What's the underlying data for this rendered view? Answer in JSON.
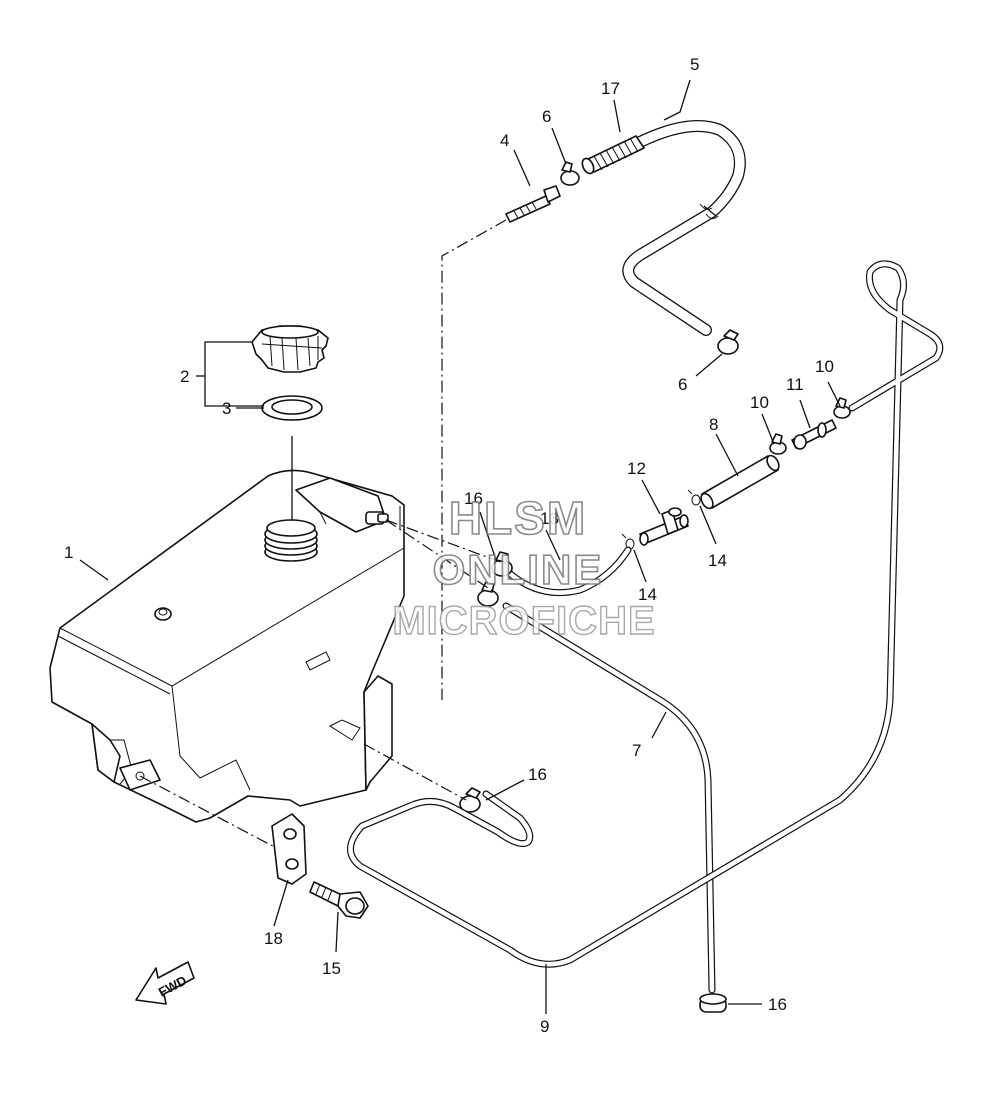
{
  "watermark": {
    "line1": "HLSM",
    "line2": "ONLINE",
    "line3": "MICROFICHE"
  },
  "direction_arrow_label": "FWD",
  "callouts": {
    "c1": "1",
    "c2": "2",
    "c3": "3",
    "c4": "4",
    "c5": "5",
    "c6a": "6",
    "c6b": "6",
    "c7": "7",
    "c8": "8",
    "c9": "9",
    "c10a": "10",
    "c10b": "10",
    "c11": "11",
    "c12": "12",
    "c13": "13",
    "c14a": "14",
    "c14b": "14",
    "c15": "15",
    "c16a": "16",
    "c16b": "16",
    "c16c": "16",
    "c17": "17",
    "c18": "18"
  },
  "colors": {
    "line": "#111111",
    "background": "#ffffff",
    "watermark": "#9a9a9a"
  }
}
